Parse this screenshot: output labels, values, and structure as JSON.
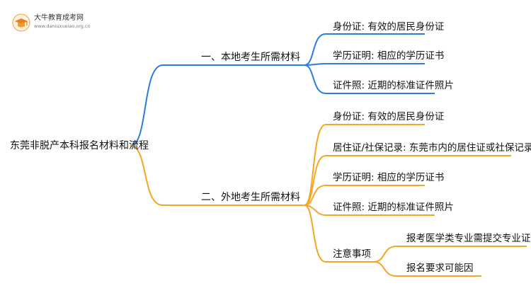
{
  "logo": {
    "name": "大牛教育成考网",
    "url": "www.daniuxueiao.org.cn"
  },
  "colors": {
    "branch1": "#2a7de1",
    "branch2": "#f5a623"
  },
  "mindmap": {
    "root": "东莞非脱产本科报名材料和流程",
    "branches": [
      {
        "label": "一、本地考生所需材料",
        "children": [
          "身份证: 有效的居民身份证",
          "学历证明: 相应的学历证书",
          "证件照: 近期的标准证件照片"
        ]
      },
      {
        "label": "二、外地考生所需材料",
        "children": [
          "身份证: 有效的居民身份证",
          "居住证/社保记录: 东莞市内的居住证或社保记录",
          "学历证明: 相应的学历证书",
          "证件照: 近期的标准证件照片"
        ],
        "notes": {
          "label": "注意事项",
          "children": [
            "报考医学类专业需提交专业证明",
            "报名要求可能因"
          ]
        }
      }
    ]
  }
}
